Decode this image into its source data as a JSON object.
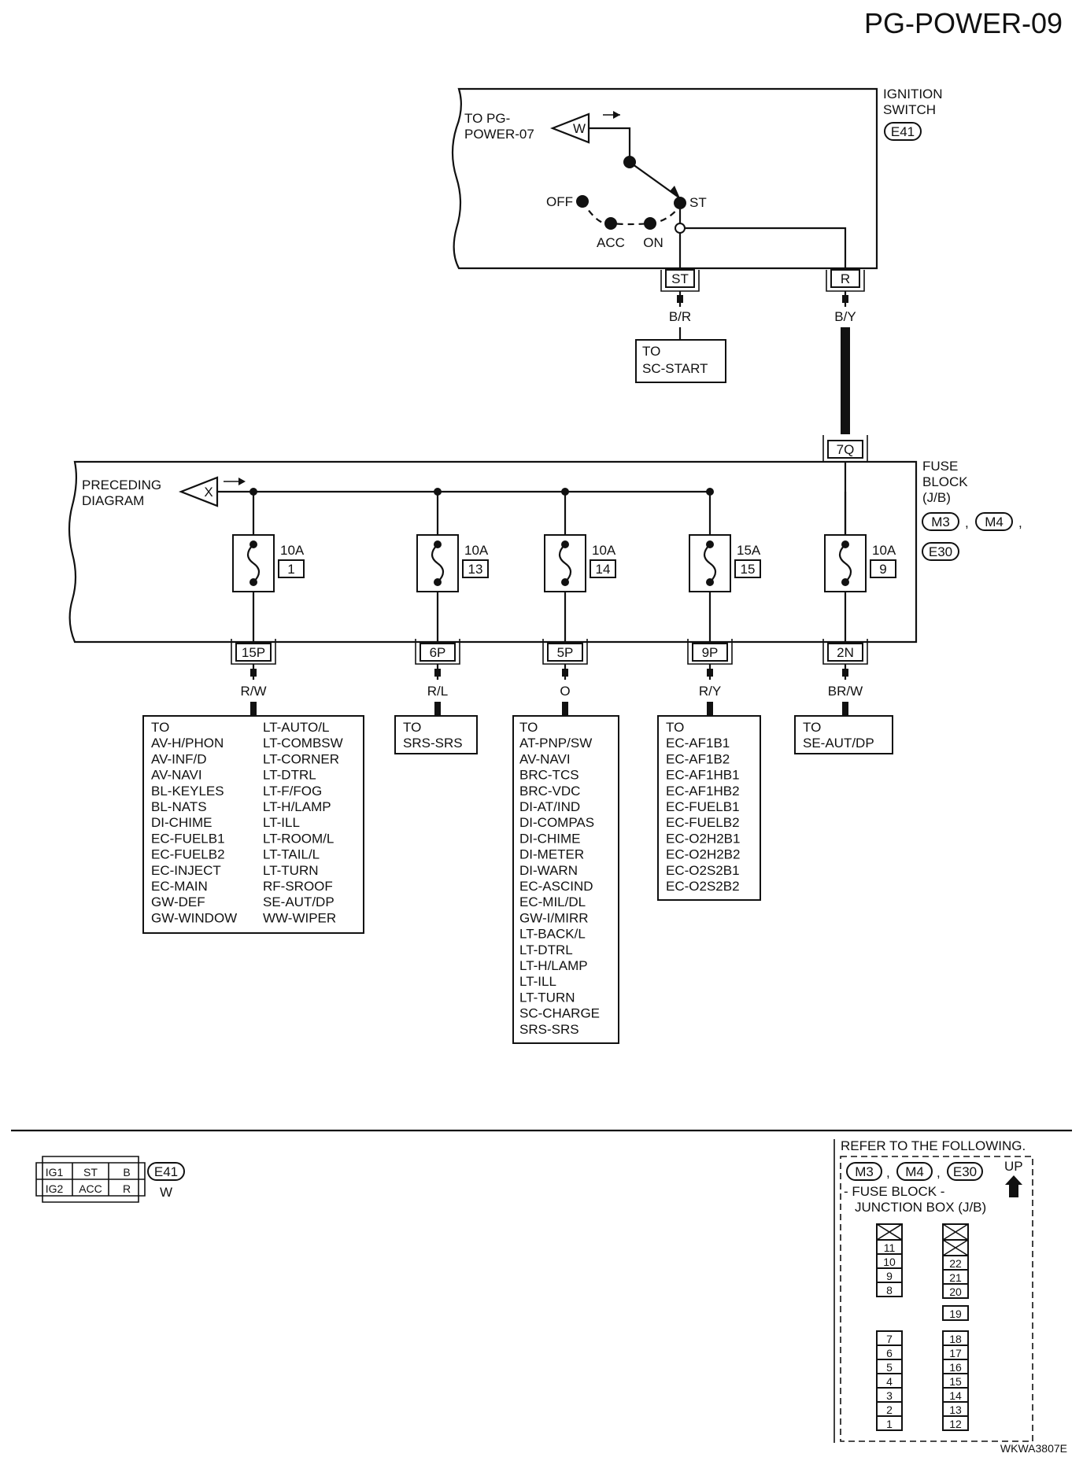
{
  "page_code": "PG-POWER-09",
  "ignition_switch": {
    "label_lines": [
      "IGNITION",
      "SWITCH"
    ],
    "connector": "E41",
    "to_text_lines": [
      "TO PG-",
      "POWER-07"
    ],
    "to_marker": "W",
    "positions": [
      "OFF",
      "ACC",
      "ON",
      "ST"
    ],
    "terminals": [
      {
        "pin": "ST",
        "wire": "B/R",
        "dest_lines": [
          "TO",
          "SC-START"
        ]
      },
      {
        "pin": "R",
        "wire": "B/Y"
      }
    ]
  },
  "fuse_block": {
    "label_lines": [
      "FUSE",
      "BLOCK",
      "(J/B)"
    ],
    "connectors": [
      "M3",
      "M4",
      "E30"
    ],
    "input_terminal": "7Q",
    "preceding_lines": [
      "PRECEDING",
      "DIAGRAM"
    ],
    "preceding_marker": "X",
    "fuses": [
      {
        "amp": "10A",
        "num": "1",
        "term": "15P",
        "wire": "R/W"
      },
      {
        "amp": "10A",
        "num": "13",
        "term": "6P",
        "wire": "R/L"
      },
      {
        "amp": "10A",
        "num": "14",
        "term": "5P",
        "wire": "O"
      },
      {
        "amp": "15A",
        "num": "15",
        "term": "9P",
        "wire": "R/Y"
      },
      {
        "amp": "10A",
        "num": "9",
        "term": "2N",
        "wire": "BR/W"
      }
    ]
  },
  "destinations": {
    "fuse1_col1": [
      "TO",
      "AV-H/PHON",
      "AV-INF/D",
      "AV-NAVI",
      "BL-KEYLES",
      "BL-NATS",
      "DI-CHIME",
      "EC-FUELB1",
      "EC-FUELB2",
      "EC-INJECT",
      "EC-MAIN",
      "GW-DEF",
      "GW-WINDOW"
    ],
    "fuse1_col2": [
      "LT-AUTO/L",
      "LT-COMBSW",
      "LT-CORNER",
      "LT-DTRL",
      "LT-F/FOG",
      "LT-H/LAMP",
      "LT-ILL",
      "LT-ROOM/L",
      "LT-TAIL/L",
      "LT-TURN",
      "RF-SROOF",
      "SE-AUT/DP",
      "WW-WIPER"
    ],
    "fuse13": [
      "TO",
      "SRS-SRS"
    ],
    "fuse14": [
      "TO",
      "AT-PNP/SW",
      "AV-NAVI",
      "BRC-TCS",
      "BRC-VDC",
      "DI-AT/IND",
      "DI-COMPAS",
      "DI-CHIME",
      "DI-METER",
      "DI-WARN",
      "EC-ASCIND",
      "EC-MIL/DL",
      "GW-I/MIRR",
      "LT-BACK/L",
      "LT-DTRL",
      "LT-H/LAMP",
      "LT-ILL",
      "LT-TURN",
      "SC-CHARGE",
      "SRS-SRS"
    ],
    "fuse15": [
      "TO",
      "EC-AF1B1",
      "EC-AF1B2",
      "EC-AF1HB1",
      "EC-AF1HB2",
      "EC-FUELB1",
      "EC-FUELB2",
      "EC-O2H2B1",
      "EC-O2H2B2",
      "EC-O2S2B1",
      "EC-O2S2B2"
    ],
    "fuse9": [
      "TO",
      "SE-AUT/DP"
    ]
  },
  "connector_table": {
    "rows": [
      [
        "IG1",
        "ST",
        "B"
      ],
      [
        "IG2",
        "ACC",
        "R"
      ]
    ],
    "connector": "E41",
    "color": "W"
  },
  "refer": {
    "title": "REFER TO THE FOLLOWING.",
    "connectors": [
      "M3",
      "M4",
      "E30"
    ],
    "up_label": "UP",
    "caption_lines": [
      "- FUSE BLOCK -",
      "JUNCTION BOX (J/B)"
    ],
    "left_column": [
      "11",
      "10",
      "9",
      "8",
      "7",
      "6",
      "5",
      "4",
      "3",
      "2",
      "1"
    ],
    "right_column": [
      "22",
      "21",
      "20",
      "19",
      "18",
      "17",
      "16",
      "15",
      "14",
      "13",
      "12"
    ]
  },
  "figure_code": "WKWA3807E"
}
